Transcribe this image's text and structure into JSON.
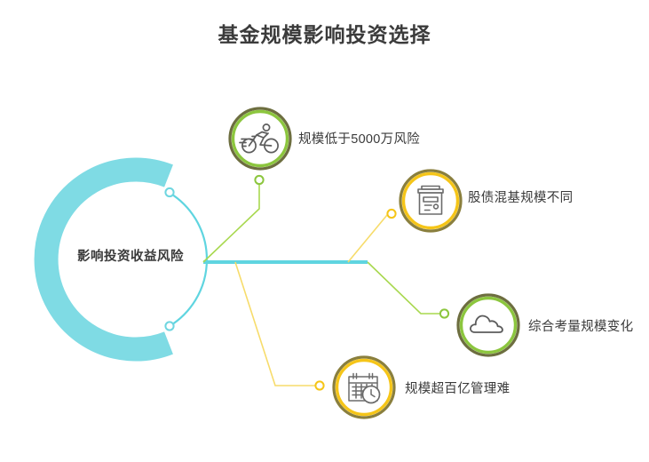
{
  "title": "基金规模影响投资选择",
  "center": {
    "label": "影响投资收益风险",
    "color": "#7fdbe4",
    "ring_color": "#6fd6e0"
  },
  "palette": {
    "green_outer": "#6d6e3f",
    "green": "#8cc63e",
    "green_light": "#a8d84f",
    "yellow_outer": "#8a7f3d",
    "yellow": "#f5c518",
    "yellow_light": "#f7dc6b",
    "cyan": "#5fd5e0",
    "text": "#3a3a3a",
    "icon_stroke": "#5c5c5c"
  },
  "branches": [
    {
      "label": "规模低于5000万风险",
      "icon": "cyclist-icon",
      "color": "green",
      "ring": "#8cc63e",
      "node_color": "#8cc63e"
    },
    {
      "label": "股债混基规模不同",
      "icon": "appliance-icon",
      "color": "yellow",
      "ring": "#f5c518",
      "node_color": "#f5c518"
    },
    {
      "label": "综合考量规模变化",
      "icon": "cloud-icon",
      "color": "green",
      "ring": "#8cc63e",
      "node_color": "#8cc63e"
    },
    {
      "label": "规模超百亿管理难",
      "icon": "calendar-clock-icon",
      "color": "yellow",
      "ring": "#f5c518",
      "node_color": "#f5c518"
    }
  ]
}
